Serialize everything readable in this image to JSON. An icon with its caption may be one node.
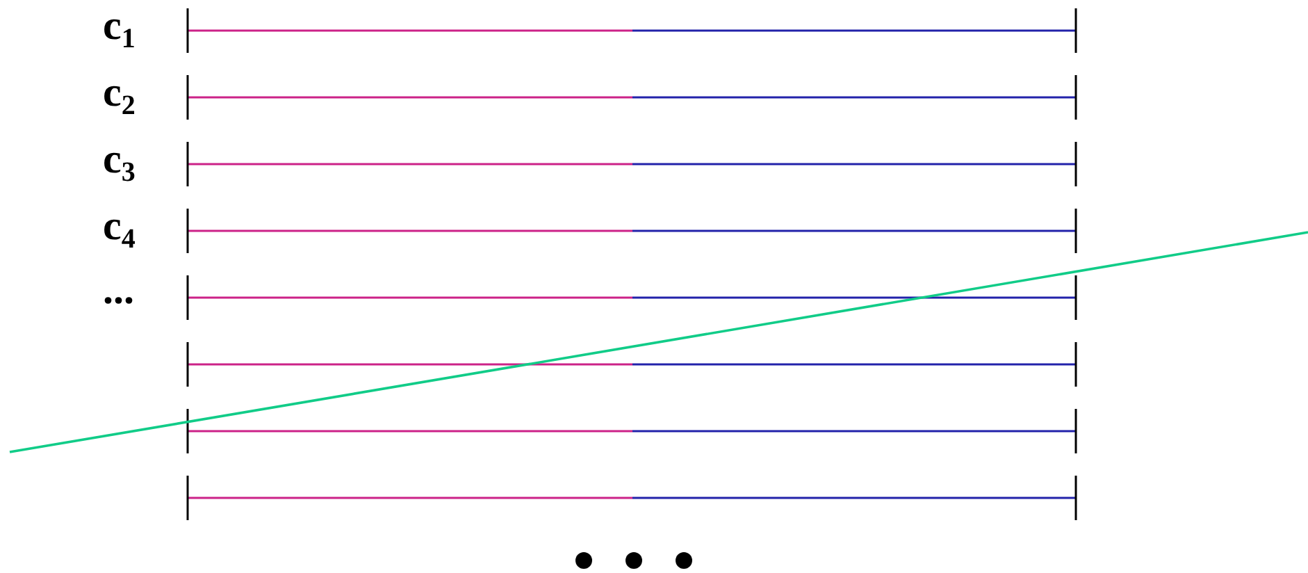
{
  "diagram": {
    "labels": [
      "c$_{1}$",
      "c$_{2}$",
      "c$_{3}$",
      "c$_{4}$",
      "..."
    ]
  }
}
